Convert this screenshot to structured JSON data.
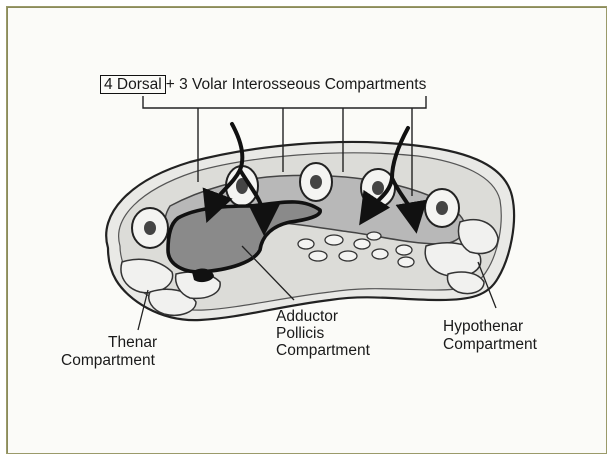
{
  "diagram": {
    "title_boxed": "4 Dorsal",
    "title_rest": "+ 3 Volar Interosseous Compartments",
    "labels": {
      "thenar_line1": "Thenar",
      "thenar_line2": "Compartment",
      "adductor_line1": "Adductor",
      "adductor_line2": "Pollicis",
      "adductor_line3": "Compartment",
      "hypothenar_line1": "Hypothenar",
      "hypothenar_line2": "Compartment"
    }
  },
  "colors": {
    "background": "#fbfbf8",
    "frame_border": "#9a9a6a",
    "tissue_gray": "#bdbdbd",
    "adductor_fill": "#8a8a8a",
    "ink": "#111111"
  }
}
